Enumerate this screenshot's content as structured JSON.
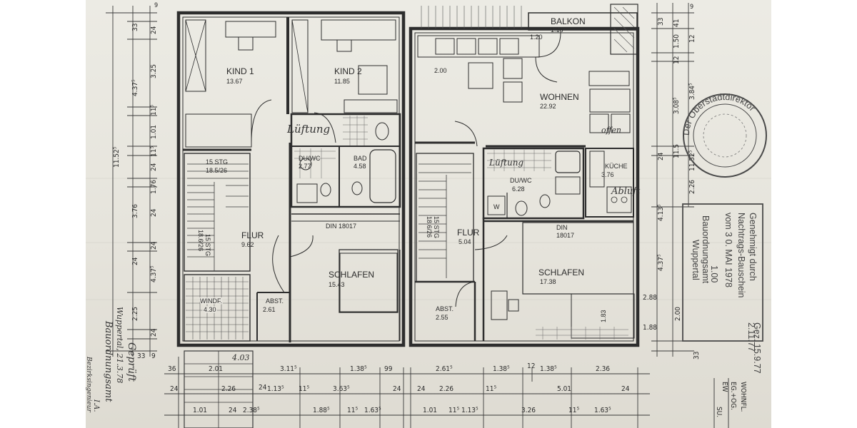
{
  "rooms": {
    "kind1": {
      "name": "KIND 1",
      "area": "13.67"
    },
    "kind2": {
      "name": "KIND 2",
      "area": "11.85"
    },
    "duwc_left": {
      "name": "DU/WC",
      "area": "2.77"
    },
    "bad": {
      "name": "BAD",
      "area": "4.58"
    },
    "stairs_left_top": {
      "name": "15 STG",
      "sub": "18.5/26"
    },
    "stairs_left_mid": {
      "name": "15 STG",
      "sub": "18.6/26"
    },
    "flur_left": {
      "name": "FLUR",
      "area": "9.62"
    },
    "schlafen_left": {
      "name": "SCHLAFEN",
      "area": "15.43"
    },
    "windf": {
      "name": "WINDF.",
      "area": "4.30"
    },
    "abst_left": {
      "name": "ABST.",
      "area": "2.61"
    },
    "din_left": "DIN 18017",
    "balkon": {
      "name": "BALKON",
      "area": "1.18"
    },
    "balkon_dim": "1.20",
    "wohnen": {
      "name": "WOHNEN",
      "area": "22.92"
    },
    "wohnen_dim": "2.00",
    "duwc_right": {
      "name": "DU/WC",
      "area": "6.28"
    },
    "kueche": {
      "name": "KÜCHE",
      "area": "3.76"
    },
    "w_box": "W",
    "stairs_right": {
      "name": "15 STG",
      "sub": "18.6/26"
    },
    "flur_right": {
      "name": "FLUR",
      "area": "5.04"
    },
    "din_right": {
      "line1": "DIN",
      "line2": "18017"
    },
    "schlafen_right": {
      "name": "SCHLAFEN",
      "area": "17.38"
    },
    "abst_right": {
      "name": "ABST.",
      "area": "2.55"
    },
    "dim_183": "1.83"
  },
  "handwriting": {
    "lueftung1": "Lüftung",
    "lueftung2": "Lüftung",
    "abluft": "Abluft",
    "offen": "offen",
    "stair_note": "4.03"
  },
  "dims_left": {
    "top": [
      "9",
      "33",
      "4.37⁵",
      "11.52⁵"
    ],
    "inner": [
      "24",
      "3.25",
      "11⁵",
      "1.01",
      "11⁵",
      "24",
      "1.76",
      "24",
      "3.76",
      "24",
      "4.37⁵",
      "24",
      "2.25",
      "24"
    ],
    "bottom_marks": [
      "33",
      "9"
    ]
  },
  "dims_right": {
    "outer": [
      "33",
      "3.84⁵",
      "11.52⁵",
      "4.37⁵"
    ],
    "inner": [
      "9",
      "41",
      "1.50",
      "12",
      "12",
      "3.08⁵",
      "11.5",
      "24",
      "2.26",
      "4.13⁵"
    ],
    "lower": [
      "2.00",
      "2.88",
      "1.88",
      "33"
    ]
  },
  "dims_bottom": {
    "row1": [
      "36",
      "2.01",
      "3.11⁵",
      "1.38⁵",
      "99",
      "2.61⁵",
      "1.38⁵",
      "12",
      "1.38⁵",
      "2.36"
    ],
    "row2": [
      "24",
      "2.26",
      "24",
      "1.13⁵",
      "11⁵",
      "3.63⁵",
      "24",
      "24",
      "2.26",
      "11⁵",
      "5.01",
      "24"
    ],
    "row3": [
      "1.01",
      "24",
      "2.38⁵",
      "1.88⁵",
      "11⁵",
      "1.63⁵",
      "1.01",
      "11⁵",
      "1.13⁵",
      "3.26",
      "11⁵",
      "1.63⁵"
    ]
  },
  "stamp": {
    "line1": "Genehmigt durch",
    "line2": "Nachtrags-Bauschein",
    "line3": "vom  3 0. MAI 1978",
    "line4": "Bauordnungsamt",
    "line5": "Wuppertal",
    "small": "1.00",
    "date1": "Gez. 15.9.77",
    "date2": "2.11.77"
  },
  "seal": {
    "text": "Der Oberstadtdirektor"
  },
  "stamp_left": {
    "line1": "Geprüft",
    "line2": "Wuppertal, 21.3.78",
    "line3": "Bauordnungsamt",
    "line4": "I.A.",
    "line5": "Bezirksingenieur"
  },
  "legend": {
    "title": "WOHNFL.",
    "eg": "EG.+OG.",
    "ew": "EW",
    "su": "SU."
  }
}
